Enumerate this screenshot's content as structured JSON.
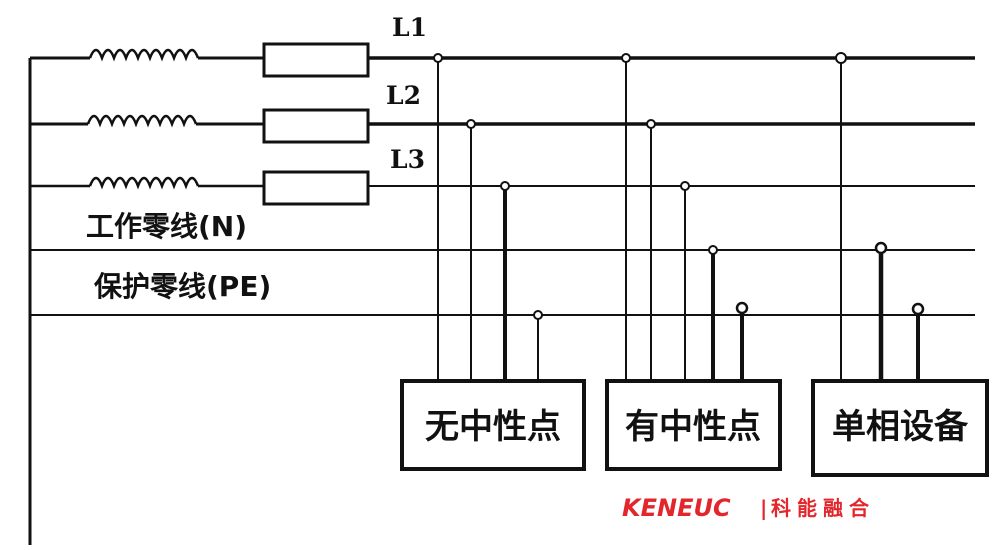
{
  "lines": {
    "l1": "L1",
    "l2": "L2",
    "l3": "L3",
    "n": "工作零线(N)",
    "pe": "保护零线(PE)"
  },
  "boxes": {
    "no_neutral": "无中性点",
    "with_neutral": "有中性点",
    "single_phase": "单相设备"
  },
  "brand": {
    "latin": "KENEUC",
    "separator": "|",
    "chinese": "科能融合",
    "color": "#e3262b"
  }
}
